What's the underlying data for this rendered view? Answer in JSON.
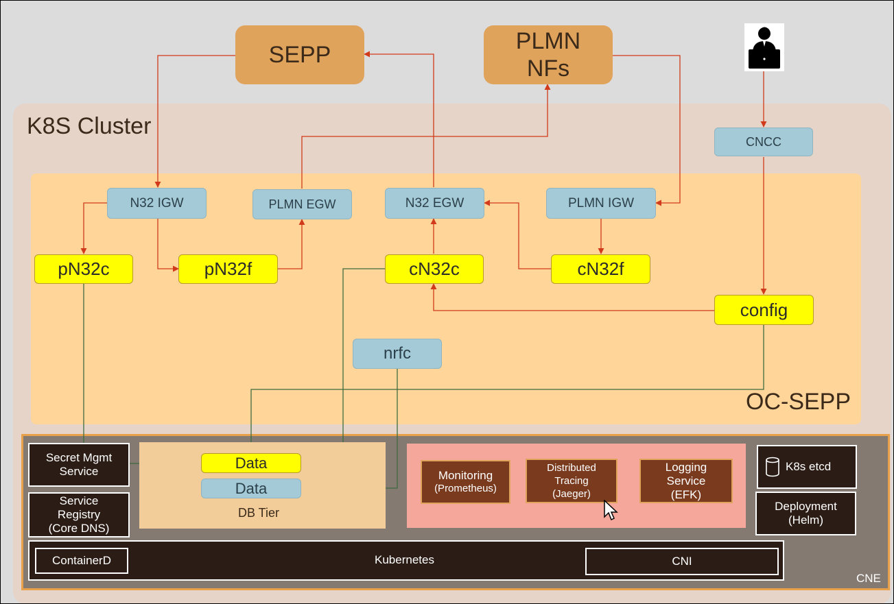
{
  "external": {
    "sepp": "SEPP",
    "plmn_nfs_line1": "PLMN",
    "plmn_nfs_line2": "NFs"
  },
  "k8s_cluster_label": "K8S Cluster",
  "oc_sepp_label": "OC-SEPP",
  "cncc": "CNCC",
  "gateways": {
    "n32_igw": "N32 IGW",
    "plmn_egw": "PLMN EGW",
    "n32_egw": "N32 EGW",
    "plmn_igw": "PLMN IGW"
  },
  "services": {
    "pn32c": "pN32c",
    "pn32f": "pN32f",
    "cn32c": "cN32c",
    "cn32f": "cN32f",
    "config": "config",
    "nrfc": "nrfc"
  },
  "db_tier": {
    "data_1": "Data",
    "data_2": "Data",
    "label": "DB Tier"
  },
  "cne": {
    "label": "CNE",
    "secret_mgmt_line1": "Secret Mgmt",
    "secret_mgmt_line2": "Service",
    "service_registry_line1": "Service",
    "service_registry_line2": "Registry",
    "service_registry_line3": "(Core DNS)",
    "monitoring_line1": "Monitoring",
    "monitoring_line2": "(Prometheus)",
    "tracing_line1": "Distributed",
    "tracing_line2": "Tracing",
    "tracing_line3": "(Jaeger)",
    "logging_line1": "Logging",
    "logging_line2": "Service",
    "logging_line3": "(EFK)",
    "k8s_etcd": "K8s etcd",
    "deployment_line1": "Deployment",
    "deployment_line2": "(Helm)",
    "kubernetes": "Kubernetes",
    "containerd": "ContainerD",
    "cni": "CNI"
  },
  "icons": [
    "user-laptop-icon",
    "database-icon",
    "mouse-cursor-icon"
  ],
  "colors": {
    "external": "#e0a35c",
    "gateway": "#a3cad6",
    "service": "#ffff00",
    "red_arrow": "#d13a1a",
    "green_arrow": "#3f6b3f",
    "cne_bg": "#857a72"
  }
}
